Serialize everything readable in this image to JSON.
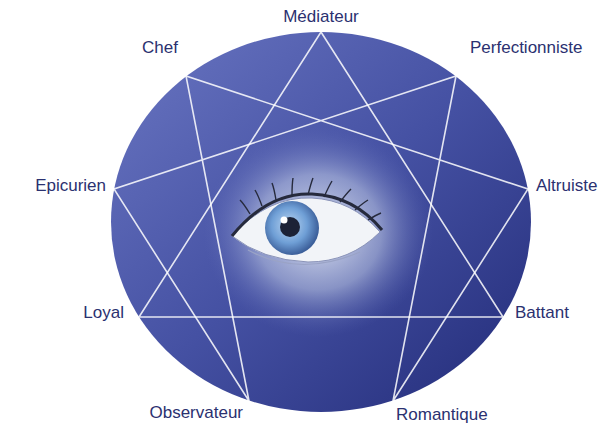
{
  "diagram": {
    "labels": [
      "Médiateur",
      "Perfectionniste",
      "Altruiste",
      "Battant",
      "Romantique",
      "Observateur",
      "Loyal",
      "Epicurien",
      "Chef"
    ]
  }
}
